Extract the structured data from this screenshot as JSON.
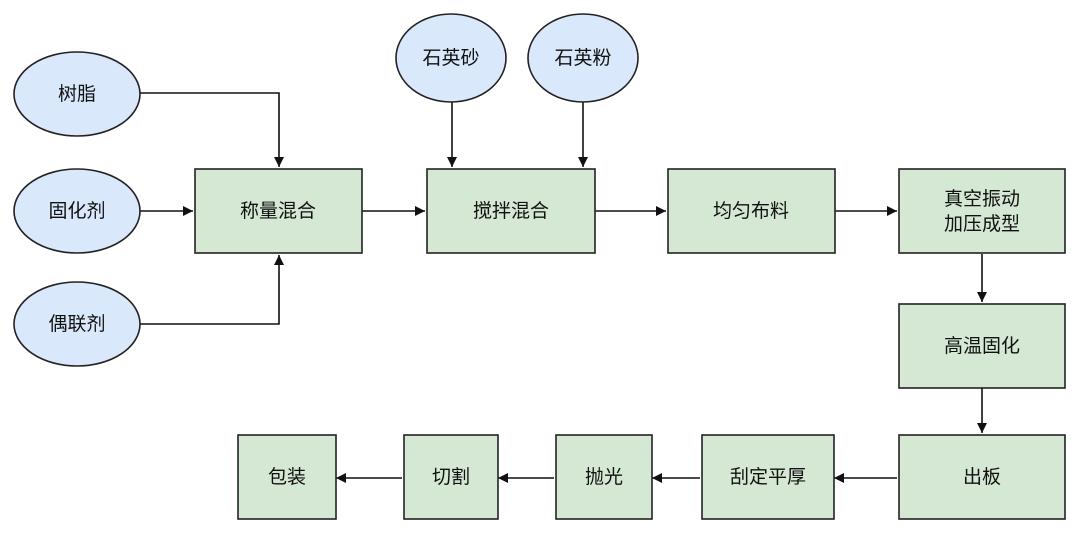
{
  "diagram": {
    "nodes": {
      "resin": "树脂",
      "curing_agent": "固化剂",
      "coupling_agent": "偶联剂",
      "quartz_sand": "石英砂",
      "quartz_powder": "石英粉",
      "weigh_mix": "称量混合",
      "stir_mix": "搅拌混合",
      "even_spread": "均匀布料",
      "vacuum_line1": "真空振动",
      "vacuum_line2": "加压成型",
      "high_temp_cure": "高温固化",
      "release": "出板",
      "scrape_thickness": "刮定平厚",
      "polish": "抛光",
      "cut": "切割",
      "package": "包装"
    },
    "colors": {
      "process_fill": "#d5e8d4",
      "material_fill": "#dae8fc",
      "stroke": "#222222"
    }
  }
}
